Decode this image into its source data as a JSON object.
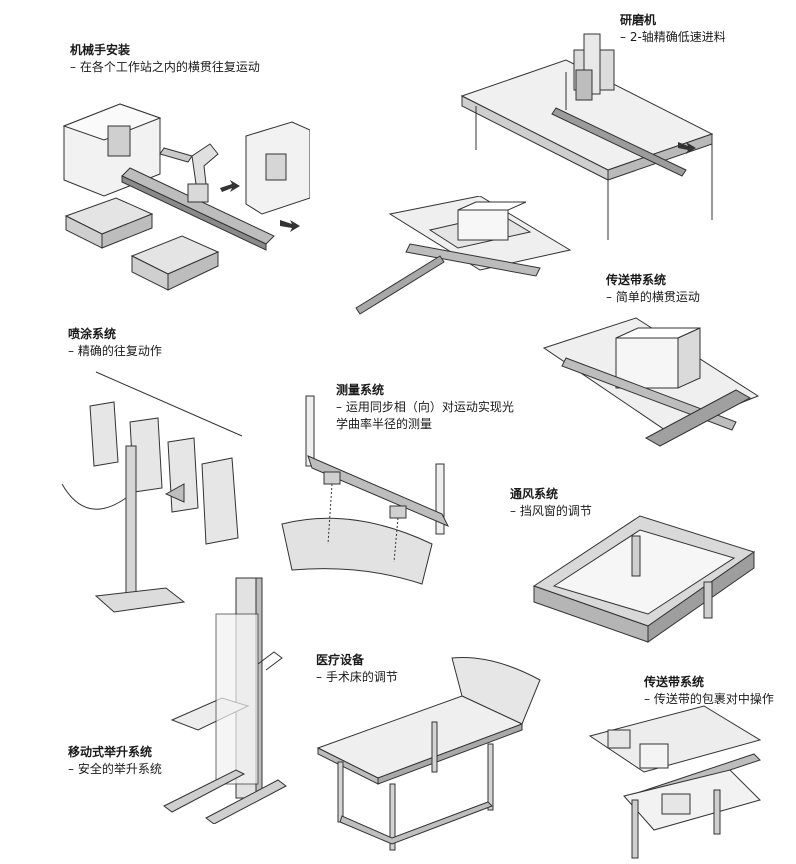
{
  "labels": {
    "robot": {
      "title": "机械手安装",
      "desc": "– 在各个工作站之内的横贯往复运动"
    },
    "grinder": {
      "title": "研磨机",
      "desc": "– 2-轴精确低速进料"
    },
    "conveyor1": {
      "title": "传送带系统",
      "desc": "– 简单的横贯运动"
    },
    "spray": {
      "title": "喷涂系统",
      "desc": "– 精确的往复动作"
    },
    "measure": {
      "title": "测量系统",
      "desc1": "– 运用同步相（向）对运动实现光",
      "desc2": "学曲率半径的测量"
    },
    "vent": {
      "title": "通风系统",
      "desc": "– 挡风窗的调节"
    },
    "medical": {
      "title": "医疗设备",
      "desc": "– 手术床的调节"
    },
    "lift": {
      "title": "移动式举升系统",
      "desc": "– 安全的举升系统"
    },
    "conveyor2": {
      "title": "传送带系统",
      "desc": "– 传送带的包裹对中操作"
    }
  }
}
